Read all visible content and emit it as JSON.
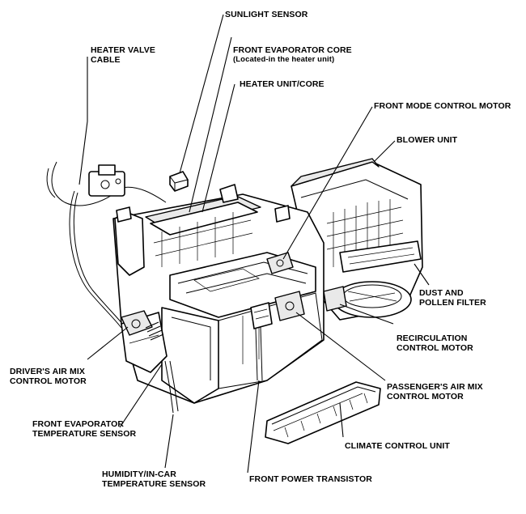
{
  "labels": {
    "sunlight_sensor": "SUNLIGHT SENSOR",
    "heater_valve_cable_1": "HEATER VALVE",
    "heater_valve_cable_2": "CABLE",
    "front_evaporator_core_1": "FRONT EVAPORATOR CORE",
    "front_evaporator_core_2": "(Located-in the heater unit)",
    "heater_unit_core": "HEATER UNIT/CORE",
    "front_mode_control_motor": "FRONT MODE CONTROL MOTOR",
    "blower_unit": "BLOWER UNIT",
    "dust_pollen_filter_1": "DUST AND",
    "dust_pollen_filter_2": "POLLEN FILTER",
    "recirculation_motor_1": "RECIRCULATION",
    "recirculation_motor_2": "CONTROL MOTOR",
    "drivers_air_mix_1": "DRIVER'S AIR MIX",
    "drivers_air_mix_2": "CONTROL MOTOR",
    "passengers_air_mix_1": "PASSENGER'S AIR MIX",
    "passengers_air_mix_2": "CONTROL MOTOR",
    "front_evap_temp_sensor_1": "FRONT EVAPORATOR",
    "front_evap_temp_sensor_2": "TEMPERATURE SENSOR",
    "climate_control_unit": "CLIMATE CONTROL UNIT",
    "humidity_sensor_1": "HUMIDITY/IN-CAR",
    "humidity_sensor_2": "TEMPERATURE SENSOR",
    "front_power_transistor": "FRONT POWER TRANSISTOR"
  }
}
